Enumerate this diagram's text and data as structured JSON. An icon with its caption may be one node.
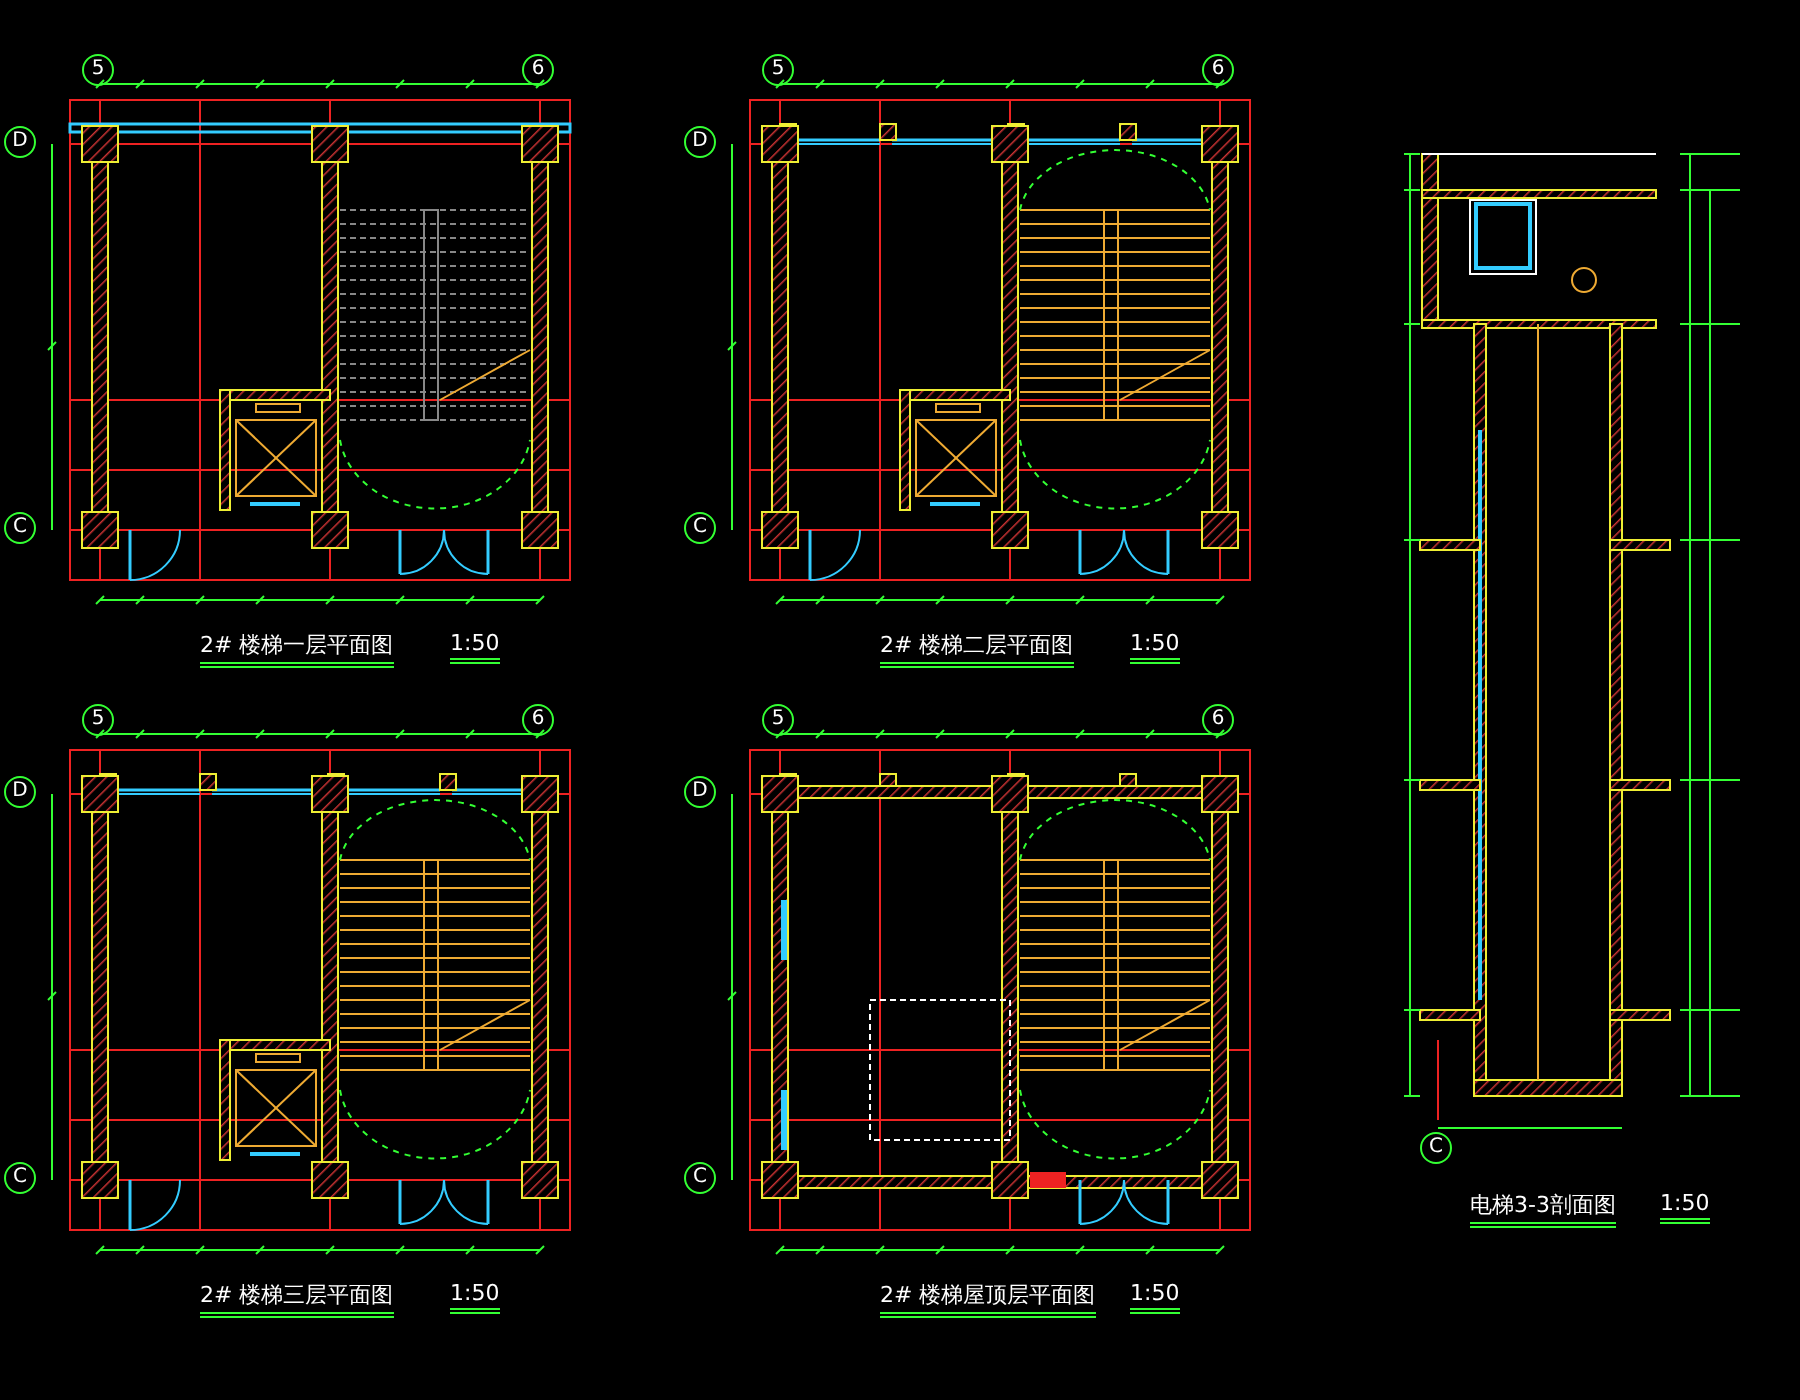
{
  "diagram": {
    "labels": [
      "5",
      "6",
      "D",
      "C",
      "2# 楼梯一层平面图",
      "1:50",
      "5",
      "6",
      "D",
      "C",
      "2# 楼梯二层平面图",
      "1:50",
      "5",
      "6",
      "D",
      "C",
      "2# 楼梯三层平面图",
      "1:50",
      "5",
      "6",
      "D",
      "C",
      "2# 楼梯屋顶层平面图",
      "1:50",
      "C",
      "电梯3-3剖面图",
      "1:50"
    ]
  }
}
